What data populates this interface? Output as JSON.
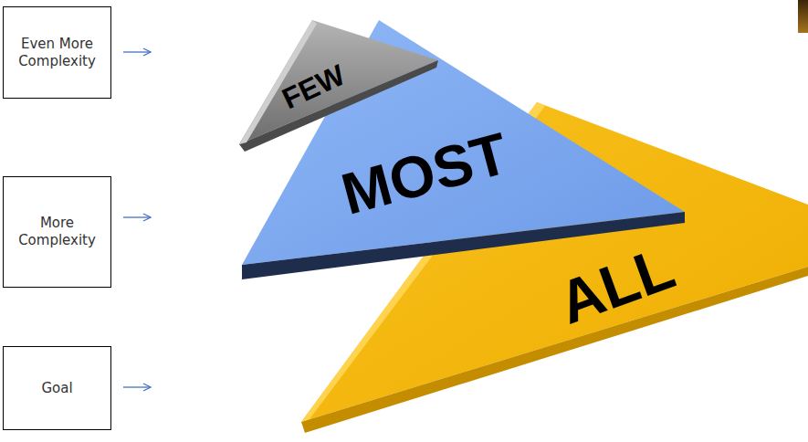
{
  "diagram": {
    "nodes": [
      {
        "text": [
          "Even More Complexity"
        ]
      },
      {
        "text": [
          "FEW"
        ]
      },
      {
        "text": [
          "More Complexity"
        ]
      },
      {
        "text": [
          "MOST"
        ]
      },
      {
        "text": [
          "Goal"
        ]
      },
      {
        "text": [
          "ALL"
        ]
      }
    ],
    "edges": [
      {
        "from": 0,
        "to": 1,
        "arrow": "to"
      },
      {
        "from": 2,
        "to": 3,
        "arrow": "to"
      },
      {
        "from": 4,
        "to": 5,
        "arrow": "to"
      }
    ]
  }
}
